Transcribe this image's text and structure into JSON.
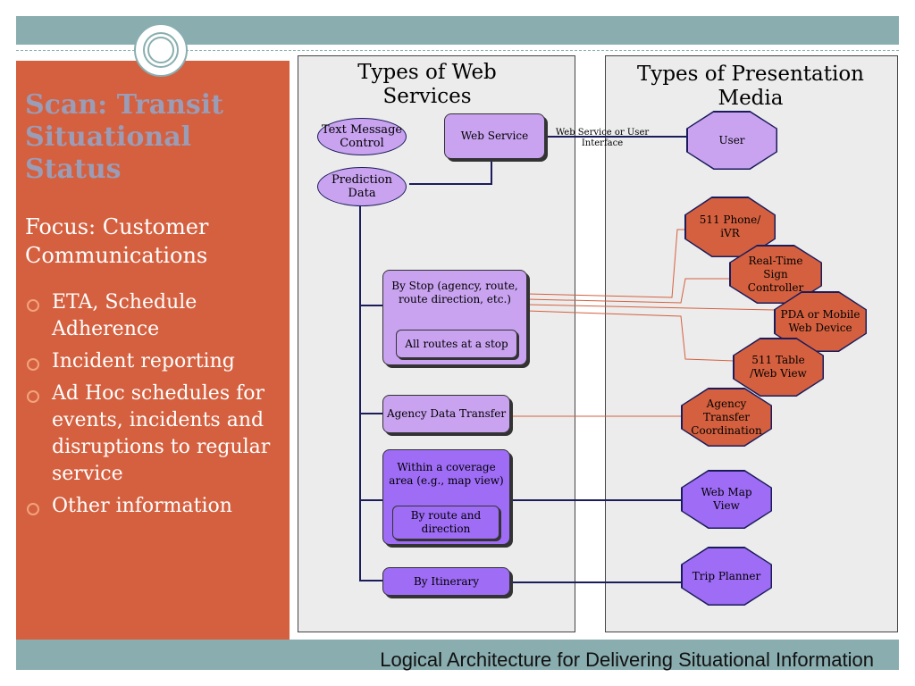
{
  "slide": {
    "title": "Scan:  Transit Situational Status",
    "focus": "Focus:  Customer Communications",
    "bullets": [
      "ETA, Schedule Adherence",
      "Incident reporting",
      "Ad Hoc schedules for events, incidents and disruptions to regular service",
      "Other information"
    ],
    "caption": "Logical Architecture for Delivering Situational Information"
  },
  "diagram": {
    "left_heading": "Types of Web Services",
    "right_heading": "Types of Presentation Media",
    "connector_label": "Web Service or User Interface",
    "text_message_control": "Text Message Control",
    "prediction_data": "Prediction Data",
    "web_service": "Web Service",
    "by_stop": "By Stop (agency, route, route direction, etc.)",
    "all_routes_at_stop": "All routes at a stop",
    "agency_data_transfer": "Agency Data Transfer",
    "within_coverage_area": "Within a coverage area (e.g., map view)",
    "by_route_and_direction": "By route and direction",
    "by_itinerary": "By Itinerary",
    "user": "User",
    "phone_511": "511 Phone/ iVR",
    "real_time_sign": "Real-Time Sign Controller",
    "pda_mobile": "PDA or Mobile Web Device",
    "table_511": "511 Table /Web View",
    "agency_transfer_coord": "Agency Transfer Coordination",
    "web_map_view": "Web Map View",
    "trip_planner": "Trip Planner"
  },
  "colors": {
    "teal_band": "#8aaeb0",
    "left_panel": "#d5603f",
    "title_text": "#9b9cb6",
    "lavender": "#c9a3f0",
    "violet": "#9e6cf5",
    "navy_line": "#1b1c5b",
    "red_line": "#d5603f",
    "bullet_ring": "#f2a37c"
  }
}
